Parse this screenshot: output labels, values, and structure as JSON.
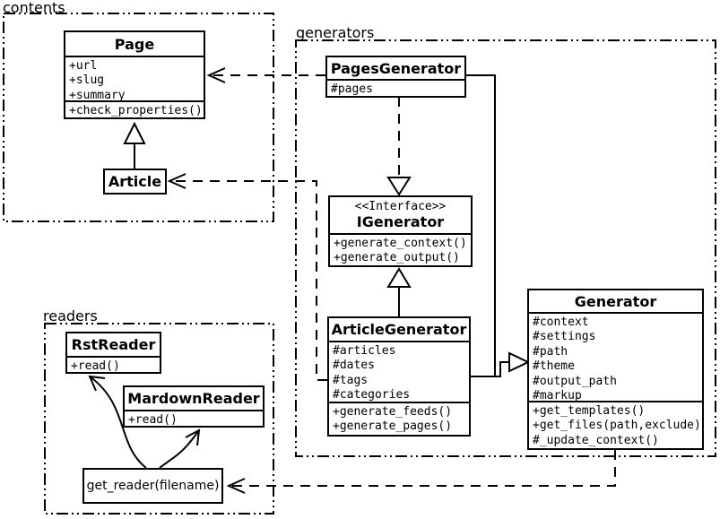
{
  "diagram": {
    "background_color": "#ffffff",
    "line_color": "#000000",
    "box_fill_color": "#ffffff"
  },
  "packages": {
    "contents": {
      "label": "contents"
    },
    "generators": {
      "label": "generators"
    },
    "readers": {
      "label": "readers"
    }
  },
  "classes": {
    "page": {
      "name": "Page",
      "attributes": [
        "+url",
        "+slug",
        "+summary"
      ],
      "methods": [
        "+check_properties()"
      ]
    },
    "article": {
      "name": "Article"
    },
    "pages_generator": {
      "name": "PagesGenerator",
      "attributes": [
        "#pages"
      ]
    },
    "igenerator": {
      "stereotype": "<<Interface>>",
      "name": "IGenerator",
      "methods": [
        "+generate_context()",
        "+generate_output()"
      ]
    },
    "article_generator": {
      "name": "ArticleGenerator",
      "attributes": [
        "#articles",
        "#dates",
        "#tags",
        "#categories"
      ],
      "methods": [
        "+generate_feeds()",
        "+generate_pages()"
      ]
    },
    "generator": {
      "name": "Generator",
      "attributes": [
        "#context",
        "#settings",
        "#path",
        "#theme",
        "#output_path",
        "#markup"
      ],
      "methods": [
        "+get_templates()",
        "+get_files(path,exclude)",
        "#_update_context()"
      ]
    },
    "rst_reader": {
      "name": "RstReader",
      "methods": [
        "+read()"
      ]
    },
    "mardown_reader": {
      "name": "MardownReader",
      "methods": [
        "+read()"
      ]
    }
  },
  "functions": {
    "get_reader": {
      "label": "get_reader(filename)"
    }
  },
  "relationships": [
    {
      "from": "Article",
      "to": "Page",
      "type": "inheritance"
    },
    {
      "from": "PagesGenerator",
      "to": "Page",
      "type": "dependency"
    },
    {
      "from": "ArticleGenerator",
      "to": "Article",
      "type": "dependency"
    },
    {
      "from": "PagesGenerator",
      "to": "IGenerator",
      "type": "realization"
    },
    {
      "from": "ArticleGenerator",
      "to": "IGenerator",
      "type": "inheritance"
    },
    {
      "from": "PagesGenerator",
      "to": "Generator",
      "type": "inheritance"
    },
    {
      "from": "ArticleGenerator",
      "to": "Generator",
      "type": "inheritance"
    },
    {
      "from": "Generator",
      "to": "get_reader(filename)",
      "type": "dependency"
    },
    {
      "from": "get_reader(filename)",
      "to": "RstReader",
      "type": "arrow"
    },
    {
      "from": "get_reader(filename)",
      "to": "MardownReader",
      "type": "arrow"
    }
  ]
}
